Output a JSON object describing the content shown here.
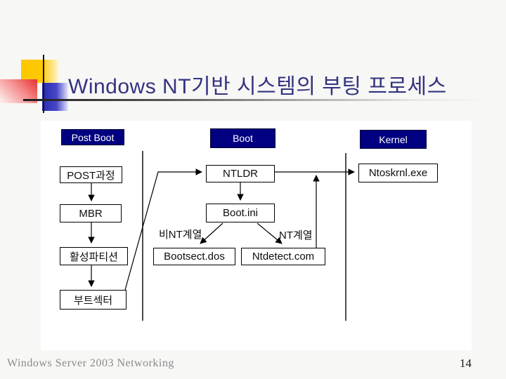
{
  "slide": {
    "title": "Windows NT기반 시스템의 부팅 프로세스",
    "footer": "Windows  Server 2003 Networking",
    "page_number": "14"
  },
  "diagram": {
    "phases": {
      "post_boot": "Post Boot",
      "boot": "Boot",
      "kernel": "Kernel"
    },
    "nodes": {
      "post_process": "POST과정",
      "mbr": "MBR",
      "active_partition": "활성파티션",
      "boot_sector": "부트섹터",
      "ntldr": "NTLDR",
      "boot_ini": "Boot.ini",
      "bootsect_dos": "Bootsect.dos",
      "ntdetect_com": "Ntdetect.com",
      "ntoskrnl_exe": "Ntoskrnl.exe"
    },
    "branch_labels": {
      "non_nt": "비NT계열",
      "nt": "NT계열"
    }
  },
  "colors": {
    "accent_navy": "#000080",
    "title": "#333380",
    "footer_text": "#8a8a8a",
    "page_number": "#1a1a1a",
    "line": "#000000"
  }
}
